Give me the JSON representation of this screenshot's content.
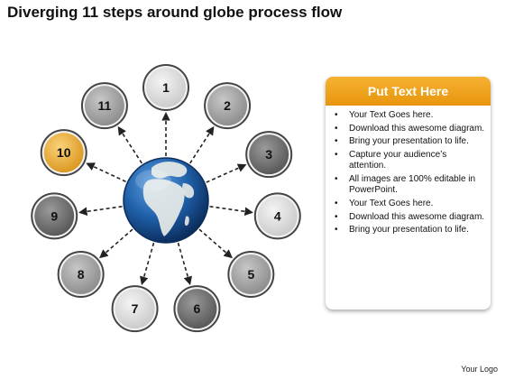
{
  "title": "Diverging 11 steps around globe process flow",
  "nodes": [
    {
      "label": "1",
      "shade": "light",
      "angle": -90
    },
    {
      "label": "2",
      "shade": "mid",
      "angle": -57
    },
    {
      "label": "3",
      "shade": "dark",
      "angle": -24
    },
    {
      "label": "4",
      "shade": "light",
      "angle": 8
    },
    {
      "label": "5",
      "shade": "mid",
      "angle": 41
    },
    {
      "label": "6",
      "shade": "dark",
      "angle": 74
    },
    {
      "label": "7",
      "shade": "light",
      "angle": 106
    },
    {
      "label": "8",
      "shade": "mid",
      "angle": 139
    },
    {
      "label": "9",
      "shade": "dark",
      "angle": 172
    },
    {
      "label": "10",
      "shade": "orange",
      "angle": 205
    },
    {
      "label": "11",
      "shade": "mid",
      "angle": 237
    }
  ],
  "colors": {
    "light": [
      "#f4f4f4",
      "#c9c9c9"
    ],
    "mid": [
      "#c7c7c7",
      "#8a8a8a"
    ],
    "dark": [
      "#9a9a9a",
      "#555555"
    ],
    "orange": [
      "#fbd27a",
      "#d9951c"
    ],
    "ring": "#444444",
    "arrow": "#222222",
    "ocean": "#1f5fa8",
    "land": "#e8ebe8"
  },
  "globe_icon": "earth-globe-icon",
  "panel": {
    "title": "Put Text Here",
    "items": [
      "Your Text Goes here.",
      "Download this awesome diagram.",
      "Bring your presentation to life.",
      "Capture your audience’s attention.",
      "All images are 100% editable in PowerPoint.",
      "Your Text Goes here.",
      "Download this awesome diagram.",
      "Bring your presentation to life."
    ]
  },
  "logo": "Your Logo"
}
